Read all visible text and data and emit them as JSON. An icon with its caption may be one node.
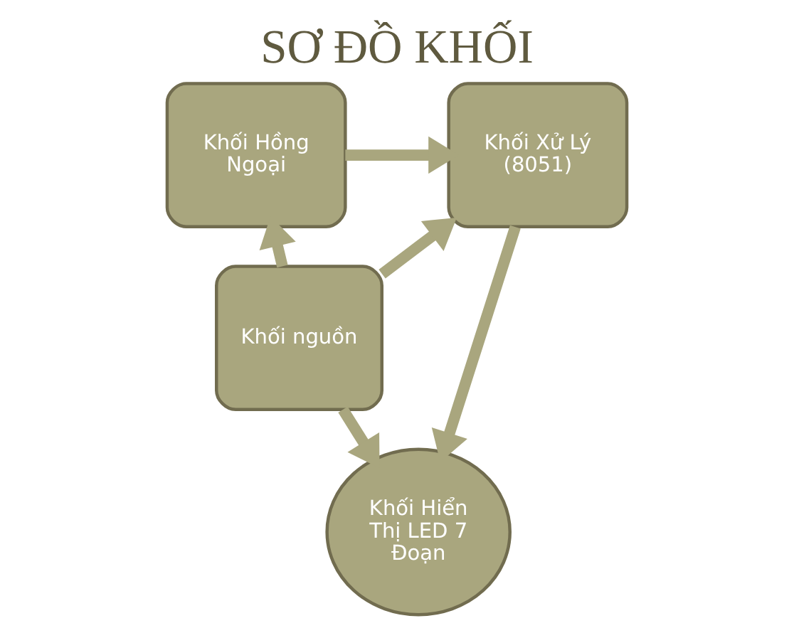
{
  "diagram": {
    "title": "SƠ ĐỒ KHỐI",
    "nodes": [
      {
        "text": [
          "Khối Hồng Ngoại"
        ]
      },
      {
        "text": [
          "Khối Xử Lý (8051)"
        ]
      },
      {
        "text": [
          "Khối nguồn"
        ]
      },
      {
        "text": [
          "Khối Hiển Thị LED 7 Đoạn"
        ]
      }
    ],
    "edges": [
      {
        "from": 0,
        "to": 1,
        "arrow": "to"
      },
      {
        "from": 1,
        "to": 3,
        "arrow": "to"
      },
      {
        "from": 2,
        "to": 0,
        "arrow": "to"
      },
      {
        "from": 2,
        "to": 1,
        "arrow": "to"
      },
      {
        "from": 2,
        "to": 3,
        "arrow": "to"
      }
    ]
  }
}
